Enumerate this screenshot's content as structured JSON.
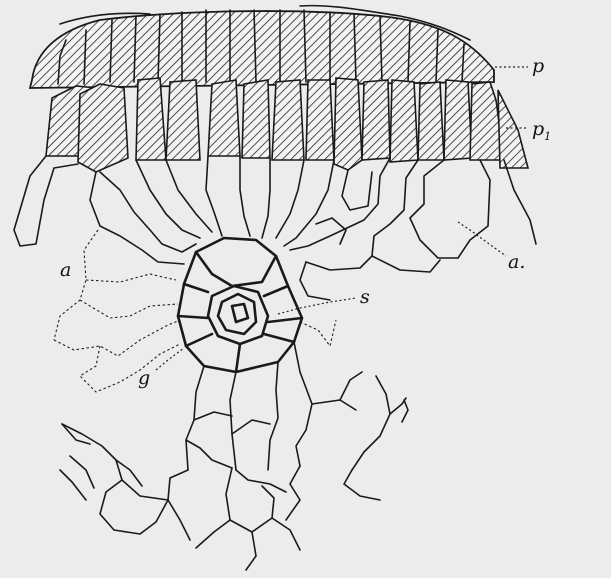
{
  "labels": {
    "p": "p",
    "p1_base": "p",
    "p1_sub": "1",
    "a_left": "a",
    "a_right": "a.",
    "s": "s",
    "g": "g"
  },
  "colors": {
    "ink": "#1a1a1a",
    "paper": "#ececec"
  }
}
